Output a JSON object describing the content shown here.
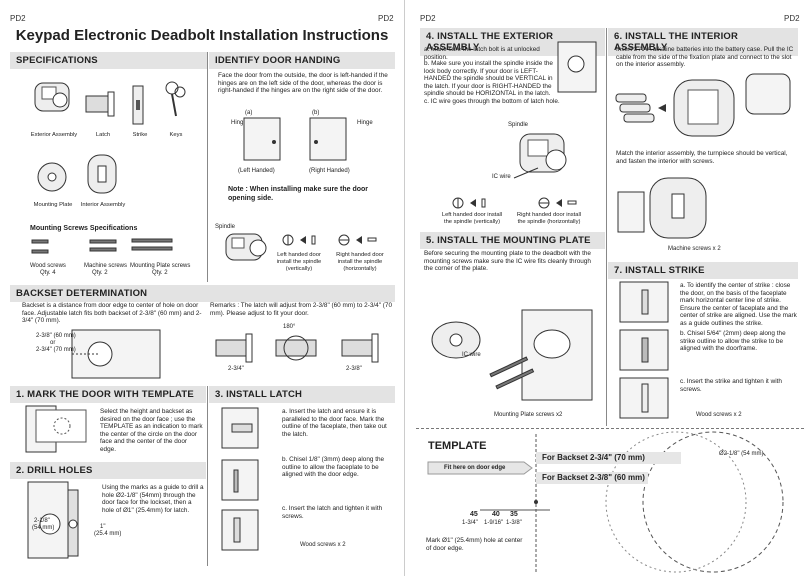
{
  "left": {
    "page_code": "PD2",
    "page_code_right": "PD2",
    "title": "Keypad Electronic Deadbolt Installation Instructions",
    "specifications": {
      "heading": "SPECIFICATIONS",
      "parts": [
        "Exterior Assembly",
        "Latch",
        "Strike",
        "Keys",
        "Mounting Plate",
        "Interior Assembly"
      ],
      "screws_heading": "Mounting Screws Specifications",
      "screws": [
        {
          "name": "Wood screws",
          "qty": "Qty. 4"
        },
        {
          "name": "Machine screws",
          "qty": "Qty. 2"
        },
        {
          "name": "Mounting Plate screws",
          "qty": "Qty. 2"
        }
      ]
    },
    "handing": {
      "heading": "IDENTIFY DOOR HANDING",
      "text": "Face the door from the outside, the door is left-handed if the hinges are on the left side of the door, whereas the door is right-handed if the hinges are on the right side of the door.",
      "left_fig": "(a)",
      "right_fig": "(b)",
      "hinge": "Hinge",
      "left_cap": "(Left Handed)",
      "right_cap": "(Right Handed)",
      "note": "Note : When installing make sure the door opening side.",
      "spindle": "Spindle",
      "left_spindle": "Left handed door install the spindle (vertically)",
      "right_spindle": "Right handed door install the spindle (horizontally)"
    },
    "backset": {
      "heading": "BACKSET DETERMINATION",
      "text": "Backset is a distance from door edge to center of hole on door face. Adjustable latch fits both backset of 2-3/8\" (60 mm) and 2-3/4\" (70 mm).",
      "m1": "2-3/8\" (60 mm)",
      "or": "or",
      "m2": "2-3/4\" (70 mm)",
      "remarks": "Remarks : The latch will adjust from 2-3/8\" (60 mm) to 2-3/4\" (70 mm). Please adjust to fit your door.",
      "deg": "180°",
      "dim1": "2-3/4\"",
      "dim2": "2-3/8\""
    },
    "mark": {
      "heading": "1. MARK THE DOOR WITH TEMPLATE",
      "text": "Select the height and backset as desired on the door face ; use the TEMPLATE as an indication to mark the center of the circle on the door face and the center of the door edge."
    },
    "drill": {
      "heading": "2. DRILL HOLES",
      "text": "Using the marks as a guide to drill a hole Ø2-1/8\" (54mm) through the door face for the lockset, then a hole of Ø1\" (25.4mm) for latch.",
      "d1": "2-1/8\"",
      "d1b": "(54 mm)",
      "d2": "1\"",
      "d2b": "(25.4 mm)"
    },
    "latch": {
      "heading": "3. INSTALL LATCH",
      "a": "a. Insert the latch and ensure it is paralleled to the door face. Mark the outline of the faceplate, then take out the latch.",
      "b": "b. Chisel 1/8\" (3mm) deep along the outline to allow the faceplate to be aligned with the door edge.",
      "c": "c. Insert the latch and tighten it with screws.",
      "screws": "Wood screws x 2"
    }
  },
  "right": {
    "page_code": "PD2",
    "page_code_right": "PD2",
    "ext": {
      "heading": "4. INSTALL THE EXTERIOR ASSEMBLY",
      "a": "a. Make sure the latch bolt is at unlocked position.",
      "b": "b. Make sure you install the spindle inside the lock body correctly. If your door is LEFT-HANDED the spindle should be VERTICAL in the latch. If your door is RIGHT-HANDED the spindle should be HORIZONTAL in the latch.",
      "c": "c. IC wire goes through the bottom of latch hole.",
      "spindle": "Spindle",
      "icwire": "IC wire",
      "l": "Left handed door install the spindle (vertically)",
      "r": "Right handed door install the spindle (horizontally)"
    },
    "interior": {
      "heading": "6. INSTALL THE INTERIOR ASSEMBLY",
      "t1": "Insert 3 AAA alkaline batteries into the battery case. Pull the IC cable from the side of the fixation plate and connect to the slot on the interior assembly.",
      "t2": "Match the interior assembly, the turnpiece should be vertical, and fasten the interior with screws.",
      "screws": "Machine screws x 2"
    },
    "mounting": {
      "heading": "5. INSTALL THE MOUNTING PLATE",
      "text": "Before securing the mounting plate to the deadbolt with the mounting screws make sure the IC wire fits cleanly through the corner of the plate.",
      "icwire": "IC wire",
      "screws": "Mounting Plate screws x2"
    },
    "strike": {
      "heading": "7. INSTALL STRIKE",
      "a": "a. To identify the center of strike : close the door, on the basis of the faceplate mark horizontal center line of strike. Ensure the center of faceplate and the center of strike are aligned. Use the mark as a guide outlines the strike.",
      "b": "b. Chisel 5/64\" (2mm) deep along the strike outline to allow the strike to be aligned with the doorframe.",
      "c": "c. Insert the strike and tighten it with screws.",
      "screws": "Wood screws x 2"
    },
    "template": {
      "heading": "TEMPLATE",
      "fit": "Fit here on door edge",
      "b70": "For Backset 2-3/4\" (70 mm)",
      "b60": "For Backset 2-3/8\" (60 mm)",
      "dia": "Ø2-1/8\" (54 mm)",
      "n45": "45",
      "n40": "40",
      "n35": "35",
      "f1": "1-3/4\"",
      "f2": "1-9/16\"",
      "f3": "1-3/8\"",
      "mark": "Mark Ø1\" (25.4mm) hole at center of door edge."
    }
  }
}
